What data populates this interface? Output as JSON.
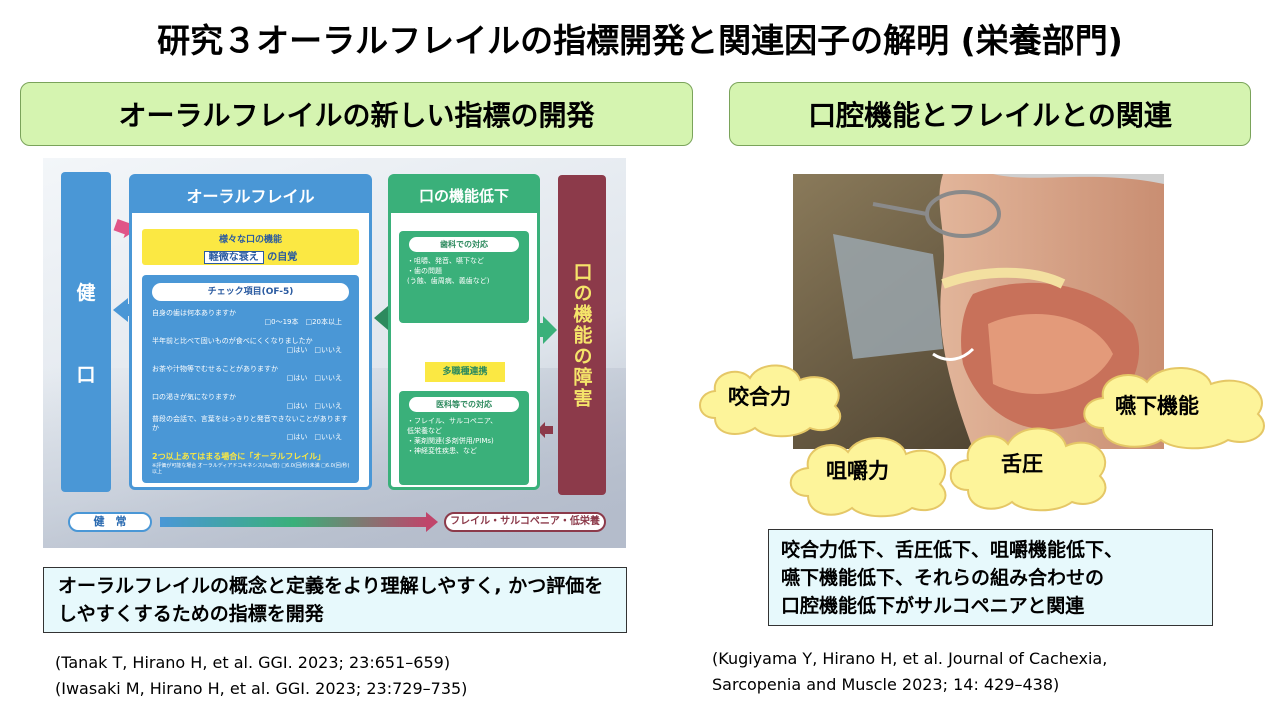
{
  "title": "研究３オーラルフレイルの指標開発と関連因子の解明 (栄養部門)",
  "left": {
    "heading": "オーラルフレイルの新しい指標の開発",
    "diagram": {
      "pillar_left": [
        "健",
        "口"
      ],
      "pillar_right": "口の機能の障害",
      "of_title": "オーラルフレイル",
      "awareness_line1": "様々な口の機能",
      "awareness_highlight": "軽微な衰え",
      "awareness_suffix": "の自覚",
      "check_title": "チェック項目(OF-5)",
      "questions": [
        {
          "q": "自身の歯は何本ありますか",
          "a": "□0〜19本　□20本以上"
        },
        {
          "q": "半年前と比べて固いものが食べにくくなりましたか",
          "a": "□はい　□いいえ"
        },
        {
          "q": "お茶や汁物等でむせることがありますか",
          "a": "□はい　□いいえ"
        },
        {
          "q": "口の渇きが気になりますか",
          "a": "□はい　□いいえ"
        },
        {
          "q": "普段の会話で、言葉をはっきりと発音できないことがありますか",
          "a": "□はい　□いいえ"
        }
      ],
      "footer": "2つ以上あてはまる場合に「オーラルフレイル」",
      "footer_note": "※評価が可能な場合 オーラルディアドコキネシス(/ta/音) □6.0(回/秒)未満 □6.0(回/秒)以上",
      "md_title": "口の機能低下",
      "dental_title": "歯科での対応",
      "dental_items": [
        "・咀嚼、発音、嚥下など",
        "・歯の問題",
        "(う蝕、歯周病、義歯など)"
      ],
      "multi_tag": "多職種連携",
      "medical_title": "医科等での対応",
      "medical_items": [
        "・フレイル、サルコペニア、",
        "低栄養など",
        "・薬剤関連(多剤併用/PIMs)",
        "・神経変性疾患、など"
      ],
      "bar_left": "健　常",
      "bar_right": "フレイル・サルコペニア・低栄養"
    },
    "note": "オーラルフレイルの概念と定義をより理解しやすく, かつ評価をしやすくするための指標を開発",
    "refs": [
      "(Tanak T, Hirano H, et al. GGI. 2023; 23:651–659)",
      "(Iwasaki M, Hirano H, et al. GGI. 2023; 23:729–735)"
    ]
  },
  "right": {
    "heading": "口腔機能とフレイルとの関連",
    "clouds": [
      "咬合力",
      "嚥下機能",
      "咀嚼力",
      "舌圧"
    ],
    "note_lines": [
      "咬合力低下、舌圧低下、咀嚼機能低下、",
      "嚥下機能低下、それらの組み合わせの",
      "口腔機能低下がサルコペニアと関連"
    ],
    "refs": [
      "(Kugiyama Y, Hirano H, et al.  Journal of Cachexia,",
      "Sarcopenia and Muscle 2023; 14: 429–438)"
    ]
  },
  "colors": {
    "heading_bg": "#d5f4b0",
    "note_bg": "#e7f9fc",
    "blue": "#4a97d6",
    "green": "#3ab07a",
    "maroon": "#8c3a4a",
    "yellow": "#fbe843",
    "cloud": "#fdf49a"
  },
  "icons": [
    "cloud-shape",
    "arrow-left",
    "arrow-right",
    "arrow-double"
  ]
}
